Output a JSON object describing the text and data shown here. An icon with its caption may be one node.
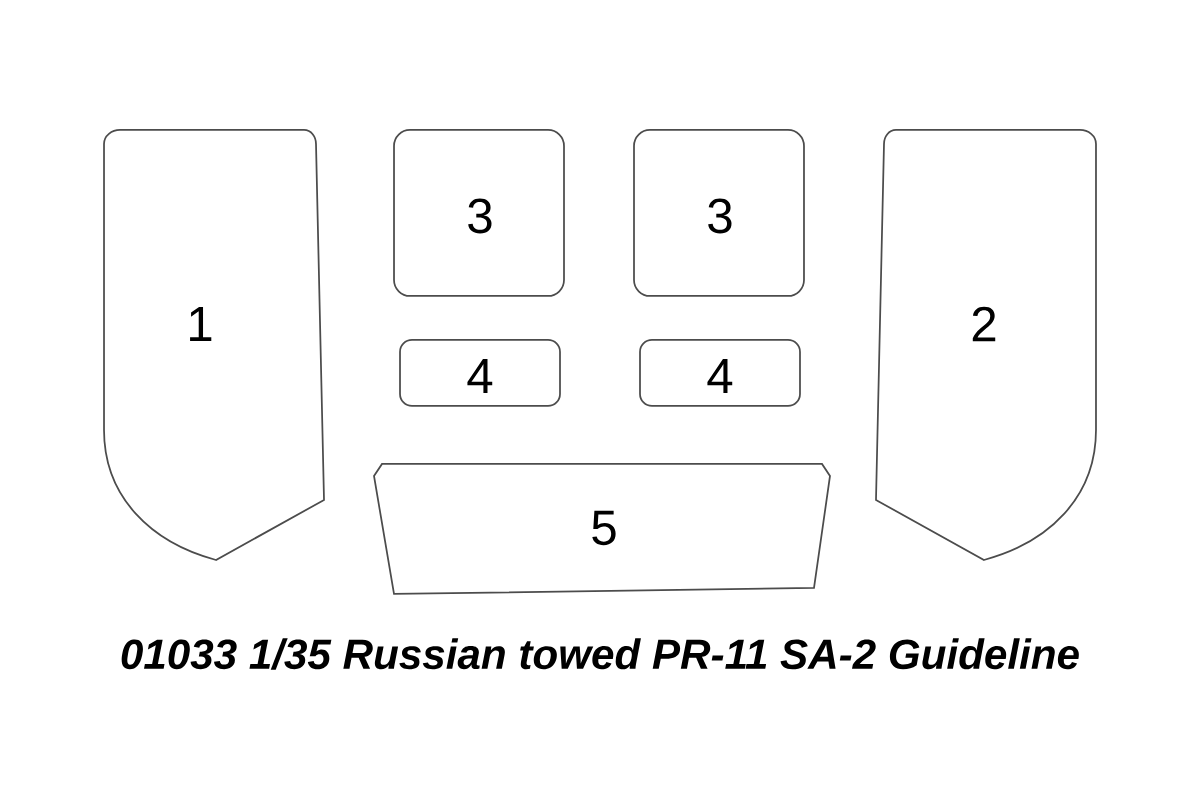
{
  "diagram": {
    "caption": "01033 1/35 Russian towed PR-11 SA-2 Guideline",
    "nodes": [
      {
        "text": [
          "1"
        ]
      },
      {
        "text": [
          "3"
        ]
      },
      {
        "text": [
          "3"
        ]
      },
      {
        "text": [
          "2"
        ]
      },
      {
        "text": [
          "4"
        ]
      },
      {
        "text": [
          "4"
        ]
      },
      {
        "text": [
          "5"
        ]
      }
    ],
    "edges": []
  }
}
